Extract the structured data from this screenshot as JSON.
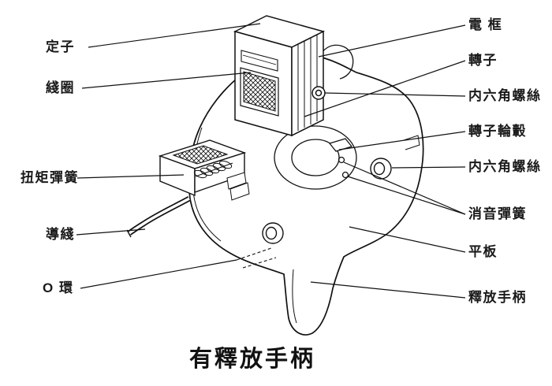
{
  "title": "有釋放手柄",
  "diagram": {
    "left_labels": [
      {
        "text": "定子"
      },
      {
        "text": "綫圈"
      },
      {
        "text": "扭矩彈簧"
      },
      {
        "text": "導綫"
      },
      {
        "text": "O 環"
      }
    ],
    "right_labels": [
      {
        "text": "電 框"
      },
      {
        "text": "轉子"
      },
      {
        "text": "内六角螺絲"
      },
      {
        "text": "轉子輪轂"
      },
      {
        "text": "内六角螺絲"
      },
      {
        "text": "消音彈簧"
      },
      {
        "text": "平板"
      },
      {
        "text": "釋放手柄"
      }
    ]
  }
}
